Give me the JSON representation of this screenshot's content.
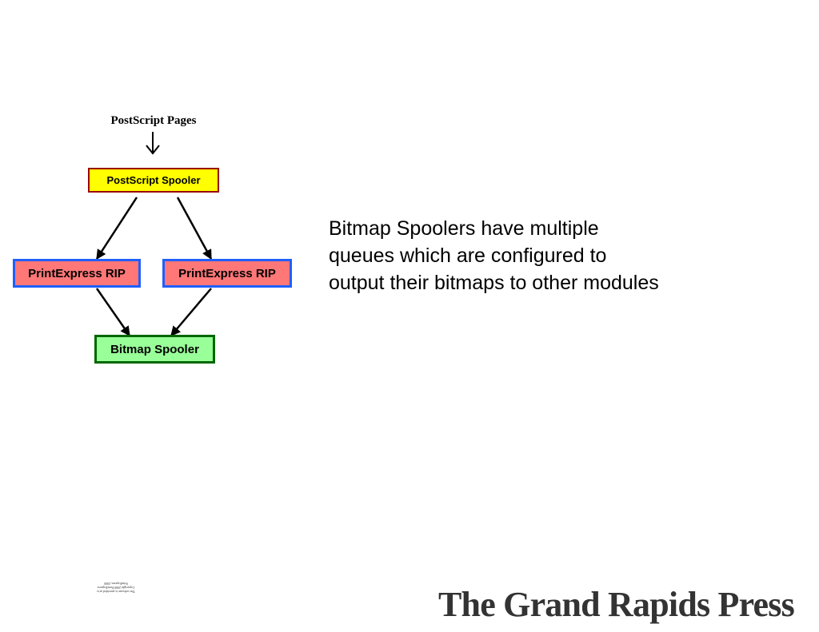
{
  "diagram": {
    "input_label": "PostScript Pages",
    "nodes": {
      "postscript_spooler": "PostScript Spooler",
      "rip_left": "PrintExpress RIP",
      "rip_right": "PrintExpress RIP",
      "bitmap_spooler": "Bitmap Spooler"
    },
    "colors": {
      "spooler_fill": "#ffff00",
      "spooler_border": "#990000",
      "rip_fill": "#ff7777",
      "rip_border": "#1f5fff",
      "bitmap_fill": "#99ff99",
      "bitmap_border": "#006600"
    }
  },
  "caption": "Bitmap Spoolers have multiple queues which are configured to output their bitmaps to other modules",
  "footnote": {
    "lines": [
      "The software is provided as is",
      "Copyright 2000 PrintExpress",
      "PrintExpress 2000"
    ]
  },
  "branding": {
    "logo_text": "The Grand Rapids Press"
  }
}
